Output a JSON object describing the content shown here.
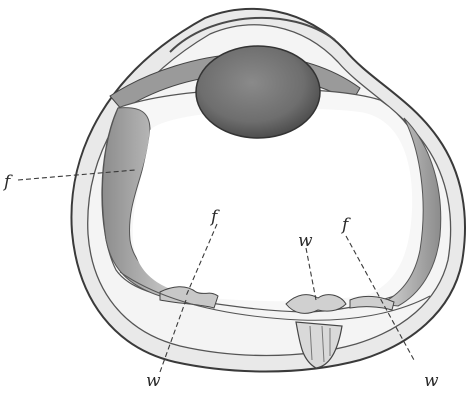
{
  "labels": {
    "f_left": "f",
    "f_center": "f",
    "f_right": "f",
    "w_top": "w",
    "w_bottom_left": "w",
    "w_bottom_right": "w"
  },
  "colors": {
    "ink": "#3a3a3a",
    "lens": "#6e6e6e",
    "vitreous_shadow": "#b0b0b0",
    "background": "#ffffff"
  }
}
